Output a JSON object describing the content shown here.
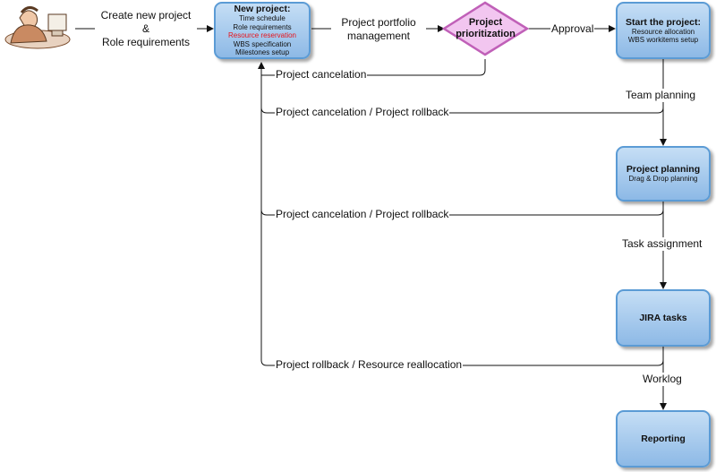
{
  "actor": {
    "icon": "person-at-computer"
  },
  "steps": {
    "create": {
      "line1": "Create new project",
      "line2": "&",
      "line3": "Role requirements"
    },
    "portfolio": {
      "line1": "Project portfolio",
      "line2": "management"
    },
    "approval": "Approval",
    "team_planning": "Team planning",
    "task_assignment": "Task assignment",
    "worklog": "Worklog"
  },
  "boxes": {
    "new_project": {
      "title": "New project:",
      "lines": [
        "Time schedule",
        "Role requirements",
        "Resource reservation",
        "WBS specification",
        "Milestones setup"
      ],
      "highlight_color": "#e8131b"
    },
    "start_project": {
      "title": "Start the project:",
      "lines": [
        "Resource allocation",
        "WBS workitems setup"
      ]
    },
    "project_planning": {
      "title": "Project planning",
      "lines": [
        "Drag & Drop planning"
      ]
    },
    "jira_tasks": {
      "title": "JIRA tasks"
    },
    "reporting": {
      "title": "Reporting"
    }
  },
  "decision": {
    "line1": "Project",
    "line2": "prioritization",
    "fill": "#f2c6f0",
    "border": "#c060b8"
  },
  "feedback": {
    "cancel": "Project cancelation",
    "cancel_rollback_1": "Project cancelation / Project rollback",
    "cancel_rollback_2": "Project cancelation / Project rollback",
    "rollback_realloc": "Project rollback / Resource reallocation"
  },
  "colors": {
    "box_border": "#5b9bd5",
    "box_fill_top": "#c5def5",
    "box_fill_bottom": "#8db9e6",
    "line": "#111111"
  }
}
